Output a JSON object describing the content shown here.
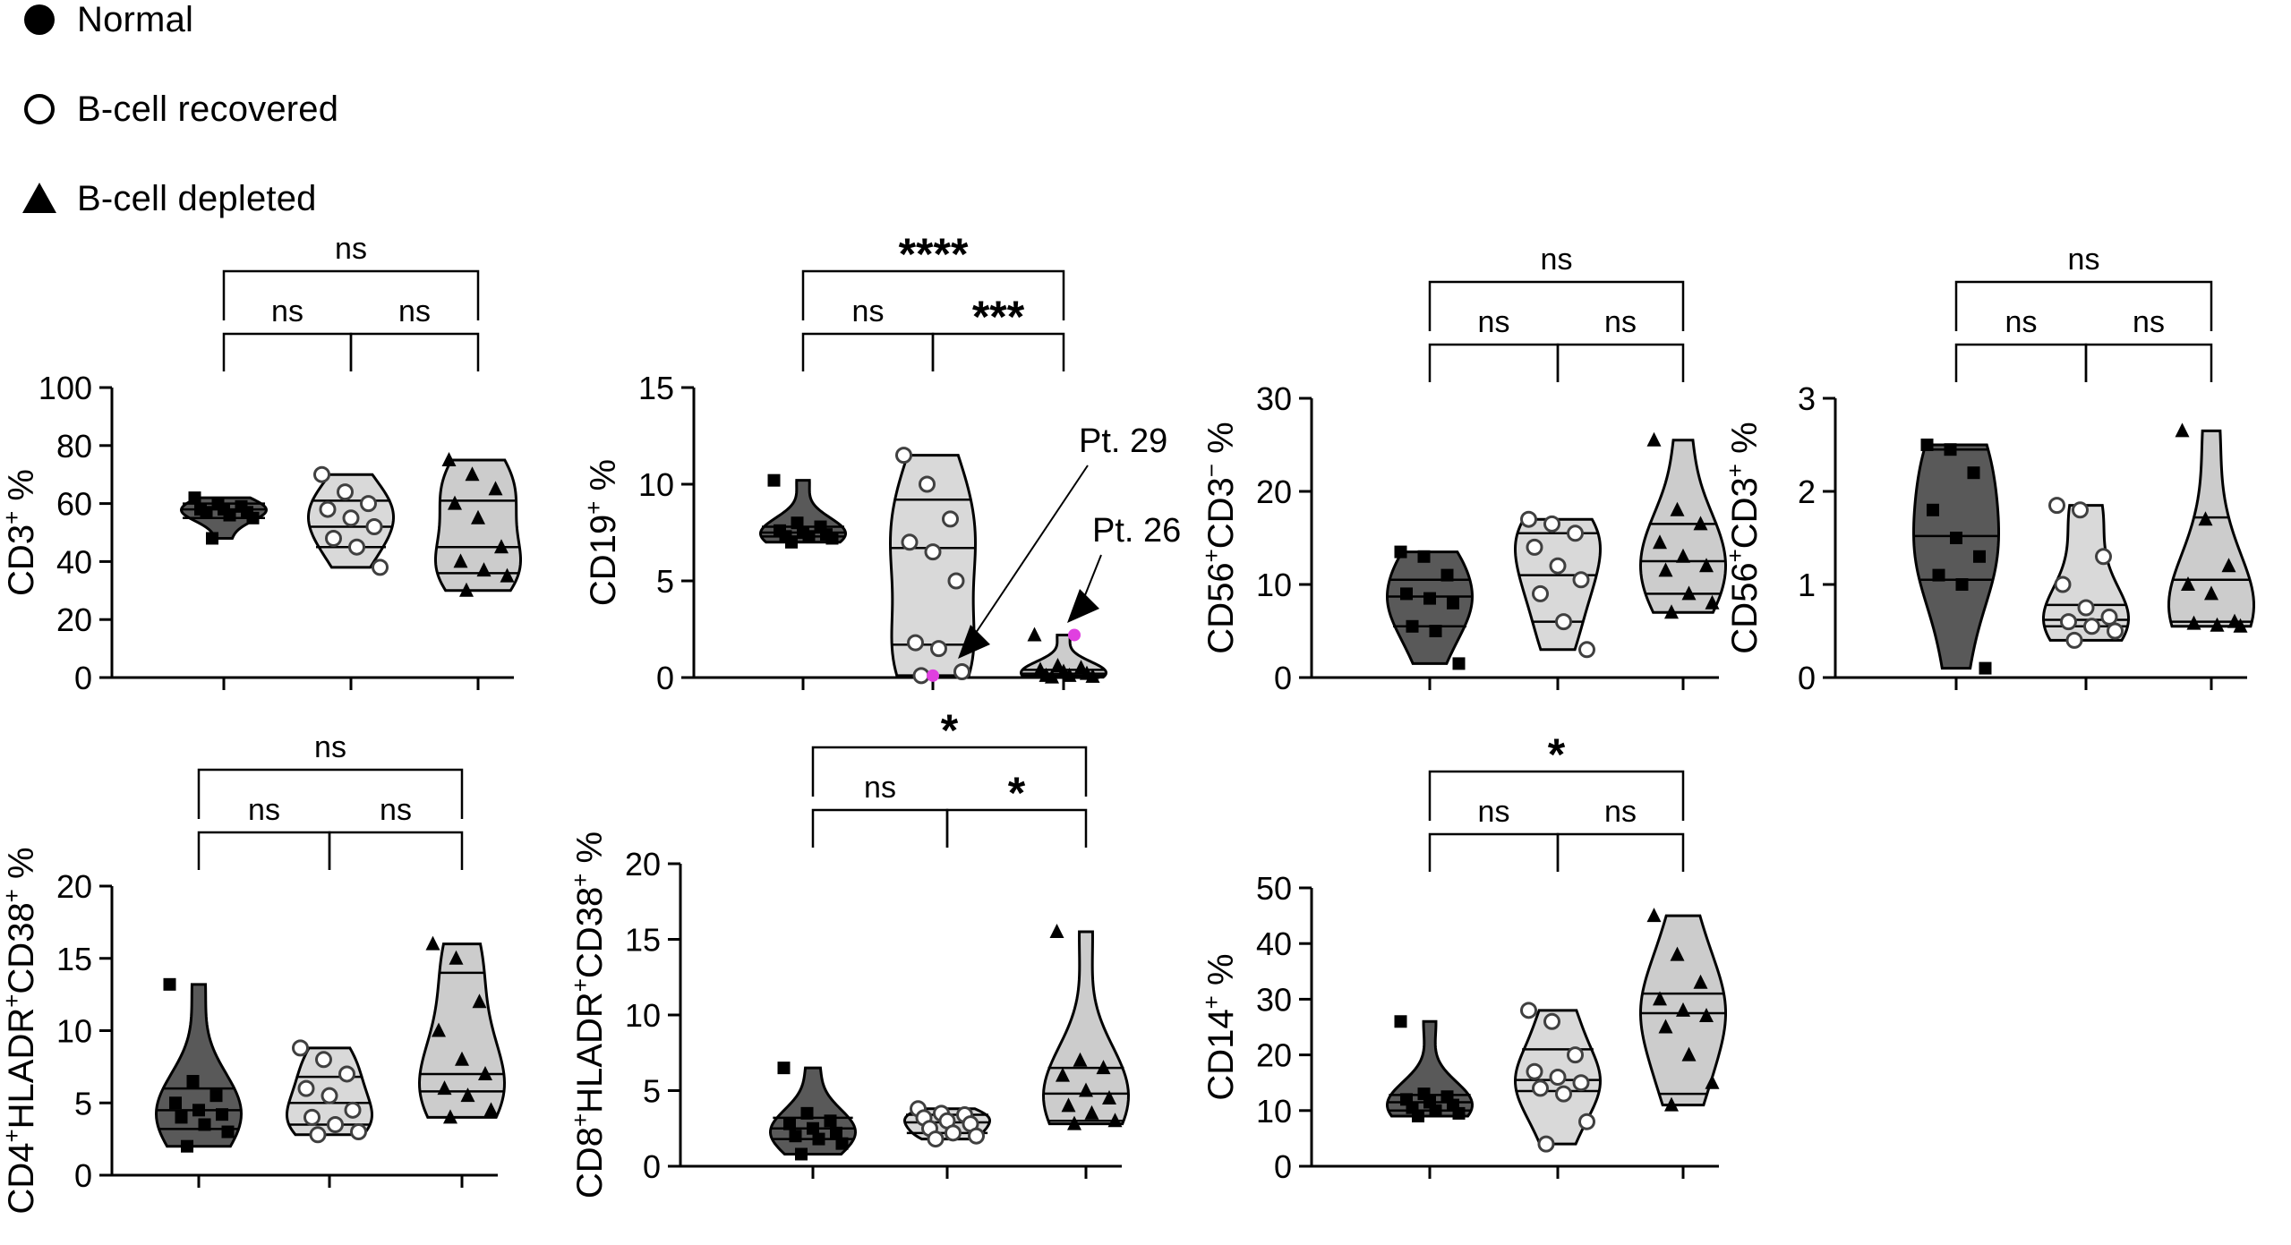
{
  "legend": [
    {
      "label": "Normal",
      "marker": "circle-filled-icon"
    },
    {
      "label": "B-cell recovered",
      "marker": "circle-open-icon"
    },
    {
      "label": "B-cell depleted",
      "marker": "triangle-filled-icon"
    }
  ],
  "colors": {
    "normal": "#595959",
    "recovered": "#d9d9d9",
    "depleted": "#cccccc",
    "highlight": "#e040e0"
  },
  "chart_data": [
    {
      "type": "violin",
      "ylabel_main": "CD3",
      "ylabel_sup": "+",
      "ylabel_suffix": " %",
      "ylim": [
        0,
        100
      ],
      "yticks": [
        "0",
        "20",
        "40",
        "60",
        "80",
        "100"
      ],
      "groups": [
        {
          "name": "Normal",
          "values": [
            62,
            60,
            59,
            58,
            58,
            57,
            57,
            56,
            55,
            48
          ],
          "quartiles": [
            55,
            58,
            60
          ]
        },
        {
          "name": "B-cell recovered",
          "values": [
            70,
            64,
            60,
            58,
            55,
            52,
            48,
            45,
            38
          ],
          "quartiles": [
            45,
            52,
            61
          ]
        },
        {
          "name": "B-cell depleted",
          "values": [
            75,
            70,
            65,
            60,
            55,
            45,
            40,
            37,
            35,
            30
          ],
          "quartiles": [
            36,
            45,
            61
          ]
        }
      ],
      "comparisons": [
        {
          "label": "ns",
          "from": 0,
          "to": 1,
          "level": 1
        },
        {
          "label": "ns",
          "from": 1,
          "to": 2,
          "level": 1
        },
        {
          "label": "ns",
          "from": 0,
          "to": 2,
          "level": 2
        }
      ],
      "annotations": []
    },
    {
      "type": "violin",
      "ylabel_main": "CD19",
      "ylabel_sup": "+",
      "ylabel_suffix": " %",
      "ylim": [
        0,
        15
      ],
      "yticks": [
        "0",
        "5",
        "10",
        "15"
      ],
      "groups": [
        {
          "name": "Normal",
          "values": [
            10.2,
            8.0,
            7.8,
            7.6,
            7.5,
            7.4,
            7.3,
            7.3,
            7.2,
            7.0
          ],
          "quartiles": [
            7.3,
            7.5,
            7.8
          ]
        },
        {
          "name": "B-cell recovered",
          "values": [
            11.5,
            10.0,
            8.2,
            7.0,
            6.5,
            5.0,
            1.8,
            1.5,
            0.3,
            0.1
          ],
          "quartiles": [
            1.7,
            6.7,
            9.2
          ]
        },
        {
          "name": "B-cell depleted",
          "values": [
            2.2,
            0.6,
            0.5,
            0.4,
            0.3,
            0.2,
            0.1,
            0.1,
            0.05,
            0.02
          ],
          "quartiles": [
            0.1,
            0.2,
            0.4
          ]
        }
      ],
      "comparisons": [
        {
          "label": "ns",
          "from": 0,
          "to": 1,
          "level": 1
        },
        {
          "label": "***",
          "from": 1,
          "to": 2,
          "level": 1
        },
        {
          "label": "****",
          "from": 0,
          "to": 2,
          "level": 2
        }
      ],
      "annotations": [
        {
          "label": "Pt. 29",
          "group": 1,
          "value": 0.1
        },
        {
          "label": "Pt. 26",
          "group": 2,
          "value": 2.2
        }
      ]
    },
    {
      "type": "violin",
      "ylabel_main": "CD56",
      "ylabel_sup": "+",
      "ylabel_mid": "CD3",
      "ylabel_sup2": "−",
      "ylabel_suffix": " %",
      "ylim": [
        0,
        30
      ],
      "yticks": [
        "0",
        "10",
        "20",
        "30"
      ],
      "groups": [
        {
          "name": "Normal",
          "values": [
            13.5,
            13.0,
            11.0,
            9.0,
            8.5,
            8.0,
            5.5,
            5.0,
            1.5
          ],
          "quartiles": [
            5.5,
            8.7,
            10.5
          ]
        },
        {
          "name": "B-cell recovered",
          "values": [
            17.0,
            16.5,
            15.5,
            14.0,
            12.0,
            10.5,
            9.0,
            6.0,
            3.0
          ],
          "quartiles": [
            6.0,
            11.0,
            15.5
          ]
        },
        {
          "name": "B-cell depleted",
          "values": [
            25.5,
            18.0,
            16.5,
            14.5,
            13.0,
            12.0,
            11.5,
            9.0,
            8.0,
            7.0
          ],
          "quartiles": [
            9.0,
            12.5,
            16.5
          ]
        }
      ],
      "comparisons": [
        {
          "label": "ns",
          "from": 0,
          "to": 1,
          "level": 1
        },
        {
          "label": "ns",
          "from": 1,
          "to": 2,
          "level": 1
        },
        {
          "label": "ns",
          "from": 0,
          "to": 2,
          "level": 2
        }
      ],
      "annotations": []
    },
    {
      "type": "violin",
      "ylabel_main": "CD56",
      "ylabel_sup": "+",
      "ylabel_mid": "CD3",
      "ylabel_sup2": "+",
      "ylabel_suffix": " %",
      "ylim": [
        0,
        3
      ],
      "yticks": [
        "0",
        "1",
        "2",
        "3"
      ],
      "groups": [
        {
          "name": "Normal",
          "values": [
            2.5,
            2.45,
            2.2,
            1.8,
            1.5,
            1.3,
            1.1,
            1.0,
            0.1
          ],
          "quartiles": [
            1.05,
            1.52,
            2.45
          ]
        },
        {
          "name": "B-cell recovered",
          "values": [
            1.85,
            1.8,
            1.3,
            1.0,
            0.75,
            0.65,
            0.6,
            0.55,
            0.5,
            0.4
          ],
          "quartiles": [
            0.55,
            0.62,
            0.78
          ]
        },
        {
          "name": "B-cell depleted",
          "values": [
            2.65,
            1.7,
            1.2,
            1.0,
            0.9,
            0.6,
            0.58,
            0.56,
            0.55
          ],
          "quartiles": [
            0.6,
            1.05,
            1.72
          ]
        }
      ],
      "comparisons": [
        {
          "label": "ns",
          "from": 0,
          "to": 1,
          "level": 1
        },
        {
          "label": "ns",
          "from": 1,
          "to": 2,
          "level": 1
        },
        {
          "label": "ns",
          "from": 0,
          "to": 2,
          "level": 2
        }
      ],
      "annotations": []
    },
    {
      "type": "violin",
      "ylabel_main": "CD4",
      "ylabel_sup": "+",
      "ylabel_mid": "HLADR",
      "ylabel_sup2": "+",
      "ylabel_mid2": "CD38",
      "ylabel_sup3": "+",
      "ylabel_suffix": " %",
      "ylim": [
        0,
        20
      ],
      "yticks": [
        "0",
        "5",
        "10",
        "15",
        "20"
      ],
      "groups": [
        {
          "name": "Normal",
          "values": [
            13.2,
            6.5,
            5.5,
            5.0,
            4.5,
            4.2,
            4.0,
            3.5,
            3.0,
            2.0
          ],
          "quartiles": [
            3.2,
            4.5,
            6.0
          ]
        },
        {
          "name": "B-cell recovered",
          "values": [
            8.8,
            8.0,
            7.0,
            6.0,
            5.5,
            4.5,
            4.0,
            3.5,
            3.0,
            2.8
          ],
          "quartiles": [
            3.5,
            5.0,
            6.8
          ]
        },
        {
          "name": "B-cell depleted",
          "values": [
            16.0,
            15.0,
            12.0,
            10.0,
            8.0,
            7.0,
            6.0,
            5.5,
            4.5,
            4.0
          ],
          "quartiles": [
            5.8,
            7.0,
            14.0
          ]
        }
      ],
      "comparisons": [
        {
          "label": "ns",
          "from": 0,
          "to": 1,
          "level": 1
        },
        {
          "label": "ns",
          "from": 1,
          "to": 2,
          "level": 1
        },
        {
          "label": "ns",
          "from": 0,
          "to": 2,
          "level": 2
        }
      ],
      "annotations": []
    },
    {
      "type": "violin",
      "ylabel_main": "CD8",
      "ylabel_sup": "+",
      "ylabel_mid": "HLADR",
      "ylabel_sup2": "+",
      "ylabel_mid2": "CD38",
      "ylabel_sup3": "+",
      "ylabel_suffix": " %",
      "ylim": [
        0,
        20
      ],
      "yticks": [
        "0",
        "5",
        "10",
        "15",
        "20"
      ],
      "groups": [
        {
          "name": "Normal",
          "values": [
            6.5,
            3.5,
            3.0,
            2.8,
            2.5,
            2.2,
            2.0,
            1.8,
            1.5,
            0.8
          ],
          "quartiles": [
            1.8,
            2.5,
            3.2
          ]
        },
        {
          "name": "B-cell recovered",
          "values": [
            3.8,
            3.5,
            3.4,
            3.2,
            3.0,
            2.8,
            2.5,
            2.2,
            2.0,
            1.8
          ],
          "quartiles": [
            2.2,
            2.9,
            3.4
          ]
        },
        {
          "name": "B-cell depleted",
          "values": [
            15.5,
            7.0,
            6.5,
            6.0,
            5.0,
            4.5,
            4.0,
            3.5,
            3.0,
            2.8
          ],
          "quartiles": [
            3.0,
            4.8,
            6.5
          ]
        }
      ],
      "comparisons": [
        {
          "label": "ns",
          "from": 0,
          "to": 1,
          "level": 1
        },
        {
          "label": "*",
          "from": 1,
          "to": 2,
          "level": 1
        },
        {
          "label": "*",
          "from": 0,
          "to": 2,
          "level": 2
        }
      ],
      "annotations": []
    },
    {
      "type": "violin",
      "ylabel_main": "CD14",
      "ylabel_sup": "+",
      "ylabel_suffix": " %",
      "ylim": [
        0,
        50
      ],
      "yticks": [
        "0",
        "10",
        "20",
        "30",
        "40",
        "50"
      ],
      "groups": [
        {
          "name": "Normal",
          "values": [
            26.0,
            13.0,
            12.5,
            12.0,
            11.5,
            11.0,
            10.5,
            10.0,
            9.5,
            9.0
          ],
          "quartiles": [
            10.0,
            11.5,
            12.8
          ]
        },
        {
          "name": "B-cell recovered",
          "values": [
            28.0,
            26.0,
            20.0,
            17.0,
            16.0,
            15.0,
            14.0,
            13.0,
            8.0,
            4.0
          ],
          "quartiles": [
            13.5,
            15.5,
            21.0
          ]
        },
        {
          "name": "B-cell depleted",
          "values": [
            45.0,
            38.0,
            33.0,
            30.0,
            28.0,
            27.0,
            25.0,
            20.0,
            15.0,
            11.0
          ],
          "quartiles": [
            13.0,
            27.5,
            31.0
          ]
        }
      ],
      "comparisons": [
        {
          "label": "ns",
          "from": 0,
          "to": 1,
          "level": 1
        },
        {
          "label": "ns",
          "from": 1,
          "to": 2,
          "level": 1
        },
        {
          "label": "*",
          "from": 0,
          "to": 2,
          "level": 2
        }
      ],
      "annotations": []
    }
  ]
}
